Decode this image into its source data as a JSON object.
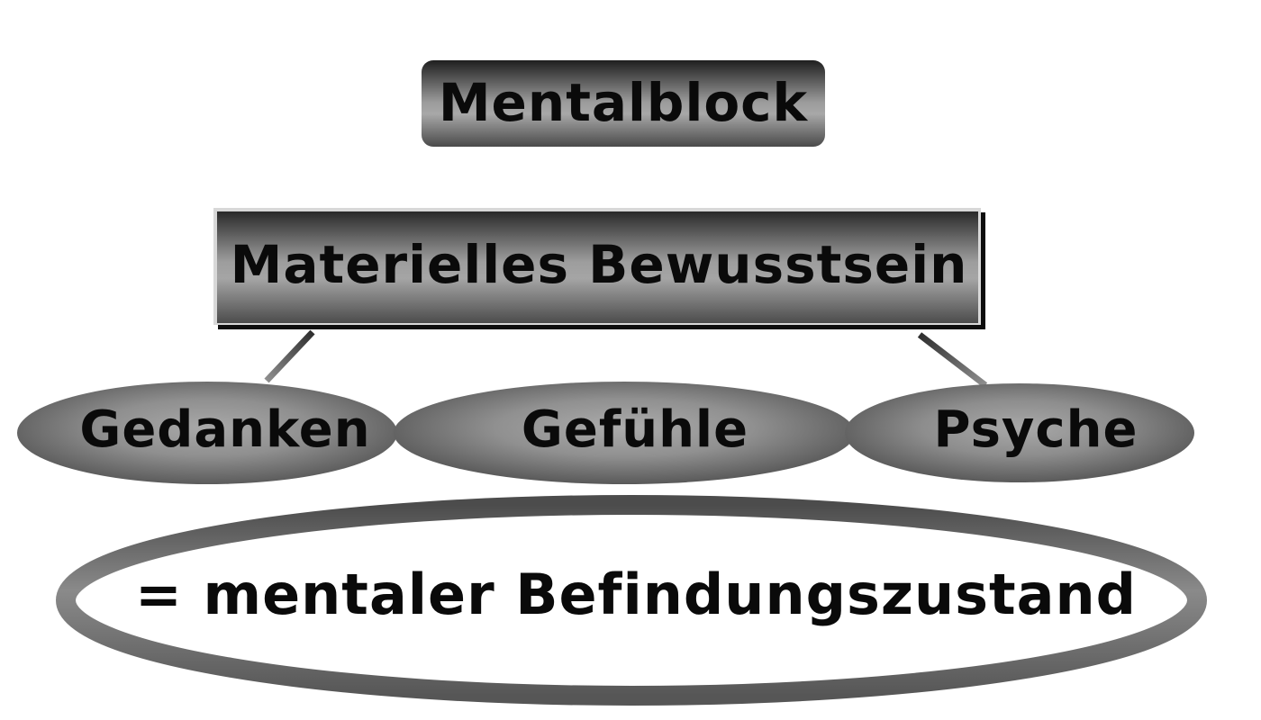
{
  "diagram": {
    "title": "Mentalblock",
    "language": "de",
    "background_color": "#ffffff",
    "text_color": "#0a0a0a",
    "node_fill_dark": "#2b2b2b",
    "node_fill_light": "#b0b0b0",
    "outline_color": "#5a5a5a",
    "connector_color": "#3d3d3d",
    "nodes": [
      {
        "id": "mentalblock",
        "label": "Mentalblock",
        "shape": "rounded-rectangle",
        "level": 0,
        "font_size": 58
      },
      {
        "id": "materielles-bewusstsein",
        "label": "Materielles Bewusstsein",
        "shape": "rectangle",
        "level": 1,
        "font_size": 58
      },
      {
        "id": "gedanken",
        "label": "Gedanken",
        "shape": "ellipse",
        "level": 2,
        "font_size": 56
      },
      {
        "id": "gefuehle",
        "label": "Gefühle",
        "shape": "ellipse",
        "level": 2,
        "font_size": 56
      },
      {
        "id": "psyche",
        "label": "Psyche",
        "shape": "ellipse",
        "level": 2,
        "font_size": 56
      },
      {
        "id": "befindungszustand",
        "label": "= mentaler Befindungszustand",
        "shape": "ellipse-outline",
        "level": 3,
        "font_size": 62
      }
    ],
    "connectors": [
      {
        "id": "mentalblock-to-bewusstsein",
        "from": "mentalblock",
        "to": "materielles-bewusstsein",
        "style": "vertical-line"
      },
      {
        "id": "bewusstsein-to-gedanken",
        "from": "materielles-bewusstsein",
        "to": "gedanken",
        "style": "diagonal-line"
      },
      {
        "id": "bewusstsein-to-gefuehle",
        "from": "materielles-bewusstsein",
        "to": "gefuehle",
        "style": "vertical-line"
      },
      {
        "id": "bewusstsein-to-psyche",
        "from": "materielles-bewusstsein",
        "to": "psyche",
        "style": "diagonal-line"
      },
      {
        "id": "gefuehle-to-befindungszustand",
        "from": "gefuehle",
        "to": "befindungszustand",
        "style": "vertical-line"
      }
    ]
  }
}
